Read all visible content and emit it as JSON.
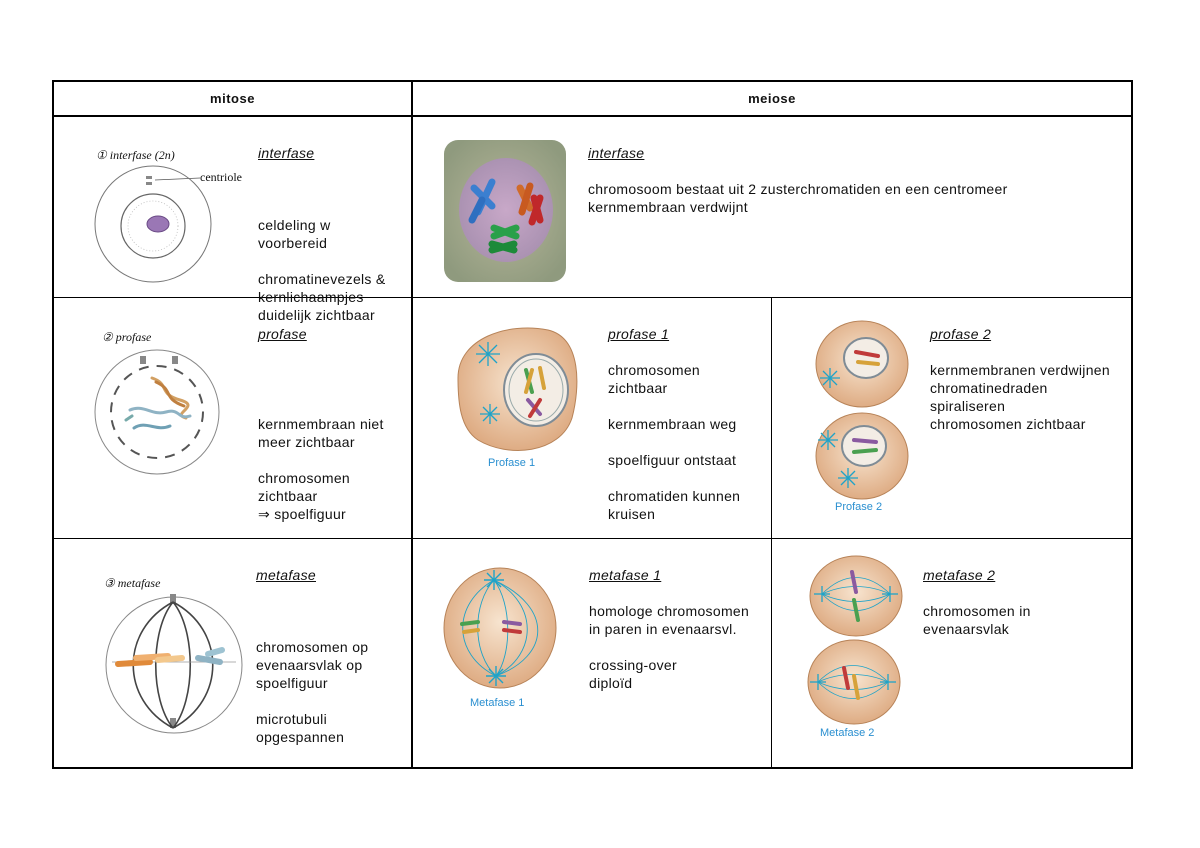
{
  "headers": {
    "mitose": "mitose",
    "meiose": "meiose"
  },
  "mitose": {
    "interfase": {
      "title": "interfase",
      "text": "celdeling w\nvoorbereid\n\nchromatinevezels &\nkernlichaampjes\nduidelijk zichtbaar",
      "fig_label": "① interfase (2n)",
      "fig_callout": "centriole"
    },
    "profase": {
      "title": "profase",
      "text": "kernmembraan niet\nmeer zichtbaar\n\nchromosomen\nzichtbaar\n⇒ spoelfiguur",
      "fig_label": "② profase"
    },
    "metafase": {
      "title": "metafase",
      "text": "chromosomen op\nevenaarsvlak op\nspoelfiguur\n\nmicrotubuli\nopgespannen",
      "fig_label": "③ metafase"
    }
  },
  "meiose": {
    "interfase": {
      "title": "interfase",
      "text": "chromosoom bestaat uit 2 zusterchromatiden en een centromeer\nkernmembraan verdwijnt"
    },
    "profase1": {
      "title": "profase 1",
      "text": "chromosomen\nzichtbaar\n\nkernmembraan weg\n\nspoelfiguur ontstaat\n\nchromatiden kunnen\nkruisen",
      "caption": "Profase 1"
    },
    "profase2": {
      "title": "profase 2",
      "text": "kernmembranen verdwijnen\nchromatinedraden\nspiraliseren\nchromosomen zichtbaar",
      "caption": "Profase 2"
    },
    "metafase1": {
      "title": "metafase 1",
      "text": "homologe chromosomen\nin paren in evenaarsvl.\n\ncrossing-over\n diploïd",
      "caption": "Metafase 1"
    },
    "metafase2": {
      "title": "metafase 2",
      "text": "chromosomen in\nevenaarsvlak",
      "caption": "Metafase 2"
    }
  }
}
